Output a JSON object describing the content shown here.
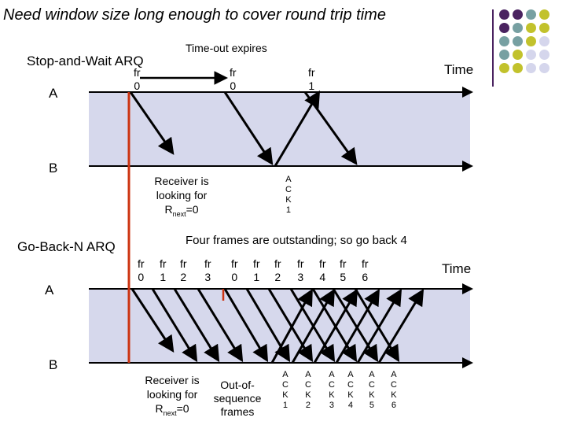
{
  "title": "Need window size long enough to cover round trip time",
  "top": {
    "heading": "Stop-and-Wait ARQ",
    "timeout_label": "Time-out expires",
    "time_label": "Time",
    "host_a": "A",
    "host_b": "B",
    "frames": [
      {
        "label": "fr\n0"
      },
      {
        "label": "fr\n0"
      },
      {
        "label": "fr\n1"
      }
    ],
    "ack": {
      "label": "A\nC\nK\n1"
    },
    "receiver_note": {
      "line1": "Receiver is",
      "line2": "looking for",
      "r": "R",
      "sub": "next",
      "rest": "=0"
    }
  },
  "bottom": {
    "heading": "Go-Back-N ARQ",
    "note": "Four frames are outstanding; so go back 4",
    "time_label": "Time",
    "host_a": "A",
    "host_b": "B",
    "frames": [
      {
        "label": "fr\n0"
      },
      {
        "label": "fr\n1"
      },
      {
        "label": "fr\n2"
      },
      {
        "label": "fr\n3"
      },
      {
        "label": "fr\n0"
      },
      {
        "label": "fr\n1"
      },
      {
        "label": "fr\n2"
      },
      {
        "label": "fr\n3"
      },
      {
        "label": "fr\n4"
      },
      {
        "label": "fr\n5"
      },
      {
        "label": "fr\n6"
      }
    ],
    "acks": [
      {
        "label": "A\nC\nK\n1"
      },
      {
        "label": "A\nC\nK\n2"
      },
      {
        "label": "A\nC\nK\n3"
      },
      {
        "label": "A\nC\nK\n4"
      },
      {
        "label": "A\nC\nK\n5"
      },
      {
        "label": "A\nC\nK\n6"
      }
    ],
    "receiver_note": {
      "line1": "Receiver is",
      "line2": "looking for",
      "r": "R",
      "sub": "next",
      "rest": "=0"
    },
    "out_of_sequence": "Out-of-\nsequence\nframes"
  },
  "colors": {
    "band": "#d6d8ec",
    "red_line": "#cc3311",
    "purple": "#4a2360",
    "teal": "#77a0a2",
    "olive": "#c2c22c",
    "lavender": "#d5d6ec"
  }
}
